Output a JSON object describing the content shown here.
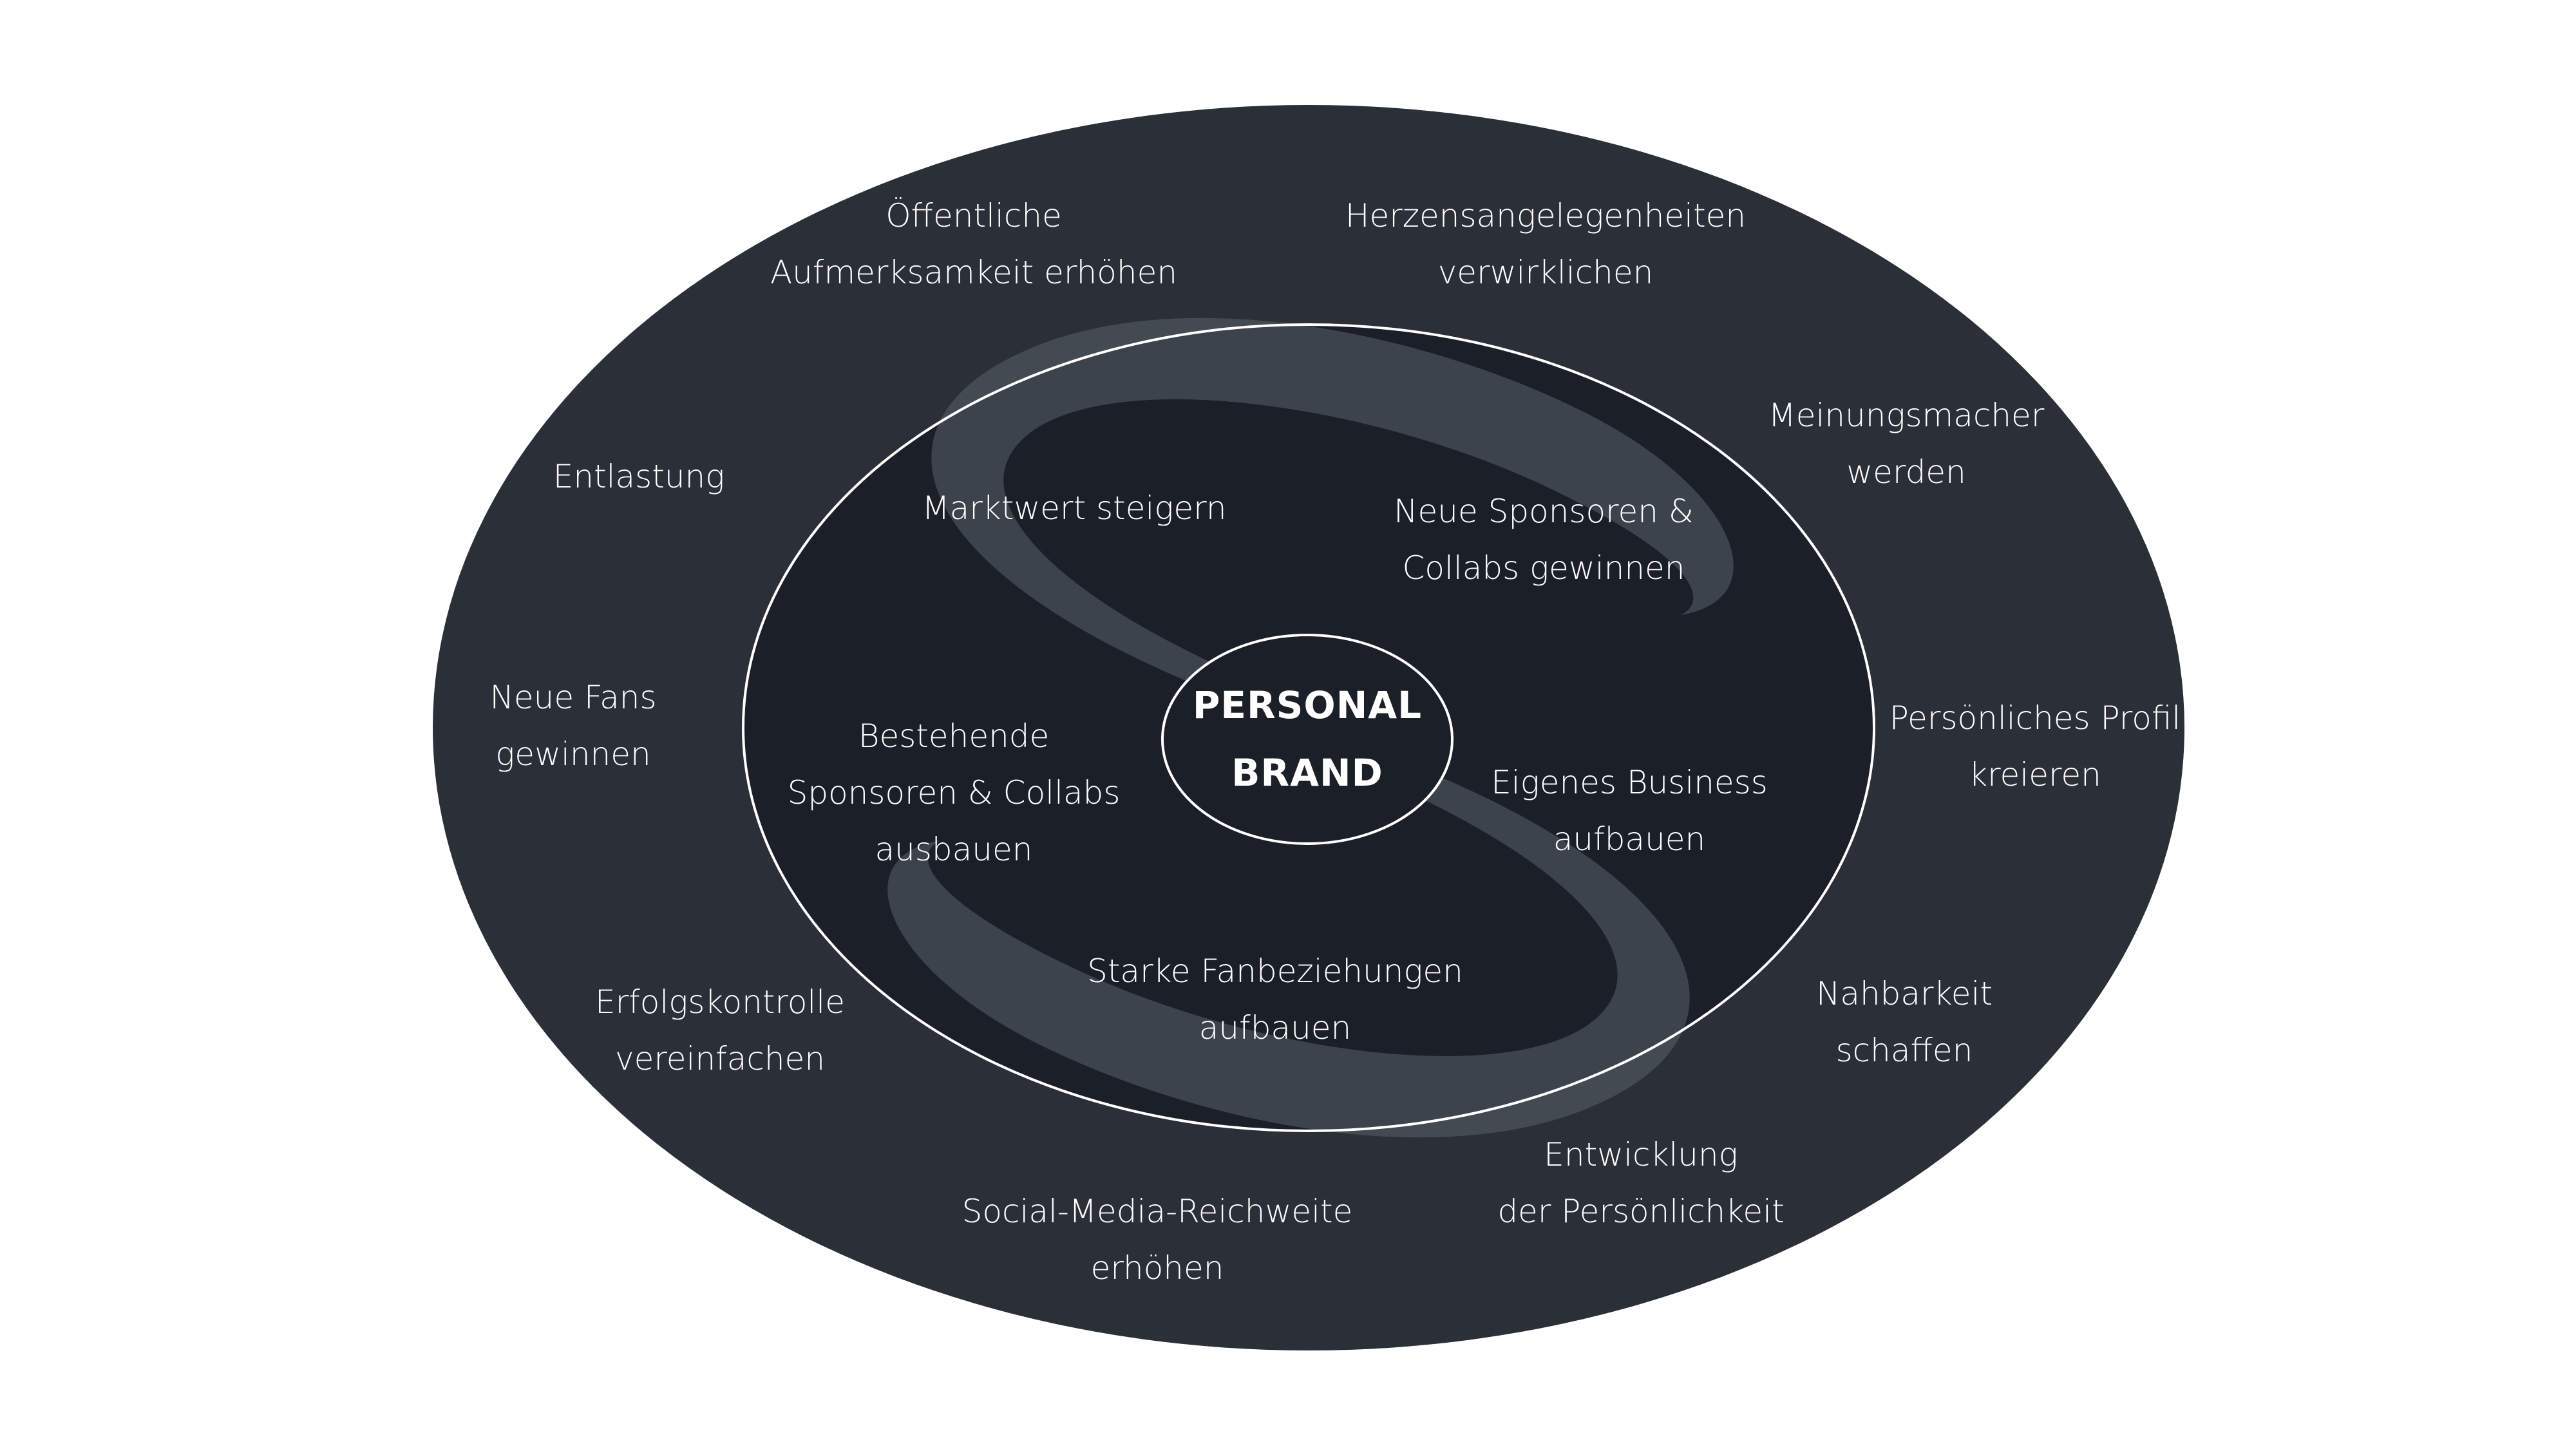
{
  "colors": {
    "background": "#ffffff",
    "outer_ring": "#2b2f37",
    "inner_ring": "#1b1f28",
    "s_shape": "#3d424b",
    "center_circle": "#1b1f28",
    "stroke": "#ffffff",
    "text": "#ffffff"
  },
  "center": {
    "line1": "PERSONAL",
    "line2": "BRAND"
  },
  "outer_labels": [
    {
      "line1": "Öffentliche",
      "line2": "Aufmerksamkeit erhöhen"
    },
    {
      "line1": "Herzensangelegenheiten",
      "line2": "verwirklichen"
    },
    {
      "line1": "Meinungsmacher",
      "line2": "werden"
    },
    {
      "line1": "Entlastung"
    },
    {
      "line1": "Neue Fans",
      "line2": "gewinnen"
    },
    {
      "line1": "Persönliches Profil",
      "line2": "kreieren"
    },
    {
      "line1": "Erfolgskontrolle",
      "line2": "vereinfachen"
    },
    {
      "line1": "Nahbarkeit",
      "line2": "schaffen"
    },
    {
      "line1": "Entwicklung",
      "line2": "der Persönlichkeit"
    },
    {
      "line1": "Social-Media-Reichweite",
      "line2": "erhöhen"
    }
  ],
  "inner_labels": [
    {
      "line1": "Marktwert steigern"
    },
    {
      "line1": "Neue Sponsoren &",
      "line2": "Collabs gewinnen"
    },
    {
      "line1": "Bestehende",
      "line2": "Sponsoren & Collabs",
      "line3": "ausbauen"
    },
    {
      "line1": "Eigenes Business",
      "line2": "aufbauen"
    },
    {
      "line1": "Starke Fanbeziehungen",
      "line2": "aufbauen"
    }
  ]
}
